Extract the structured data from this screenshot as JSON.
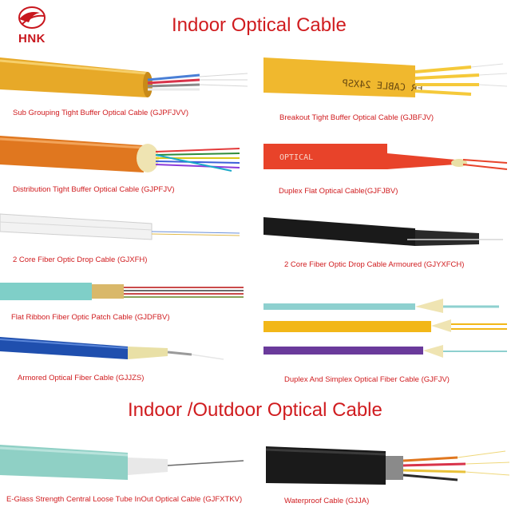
{
  "logo": {
    "text": "HNK"
  },
  "headings": {
    "indoor": "Indoor Optical Cable",
    "indoor_outdoor": "Indoor /Outdoor Optical Cable"
  },
  "left_column": [
    {
      "caption": "Sub Grouping Tight Buffer Optical Cable (GJPFJVV)",
      "color": "#e7a928"
    },
    {
      "caption": "Distribution Tight Buffer Optical Cable (GJPFJV)",
      "color": "#e0771f"
    },
    {
      "caption": "2 Core Fiber Optic Drop Cable (GJXFH)",
      "color": "#f2f2f2"
    },
    {
      "caption": "Flat Ribbon Fiber Optic Patch Cable (GJDFBV)",
      "color": "#7fcfc8"
    },
    {
      "caption": "Armored Optical Fiber Cable (GJJZS)",
      "color": "#1f4fae"
    }
  ],
  "right_column": [
    {
      "caption": "Breakout Tight Buffer Optical Cable (GJBFJV)",
      "color": "#f0b82e",
      "print": "ER CABLE 24XSP"
    },
    {
      "caption": "Duplex Flat Optical Cable(GJFJBV)",
      "color": "#e8432a",
      "print": "OPTICAL"
    },
    {
      "caption": "2 Core Fiber Optic Drop Cable Armoured (GJYXFCH)",
      "color": "#1a1a1a"
    },
    {
      "caption": "Duplex And Simplex Optical Fiber Cable (GJFJV)",
      "colors": [
        "#8ed0cf",
        "#f2b718",
        "#6a3a9b"
      ]
    }
  ],
  "outdoor": [
    {
      "caption": "E-Glass Strength Central Loose Tube InOut Optical Cable (GJFXTKV)",
      "color": "#8fd0c5"
    },
    {
      "caption": "Waterproof Cable (GJJA)",
      "color": "#1a1a1a"
    }
  ]
}
